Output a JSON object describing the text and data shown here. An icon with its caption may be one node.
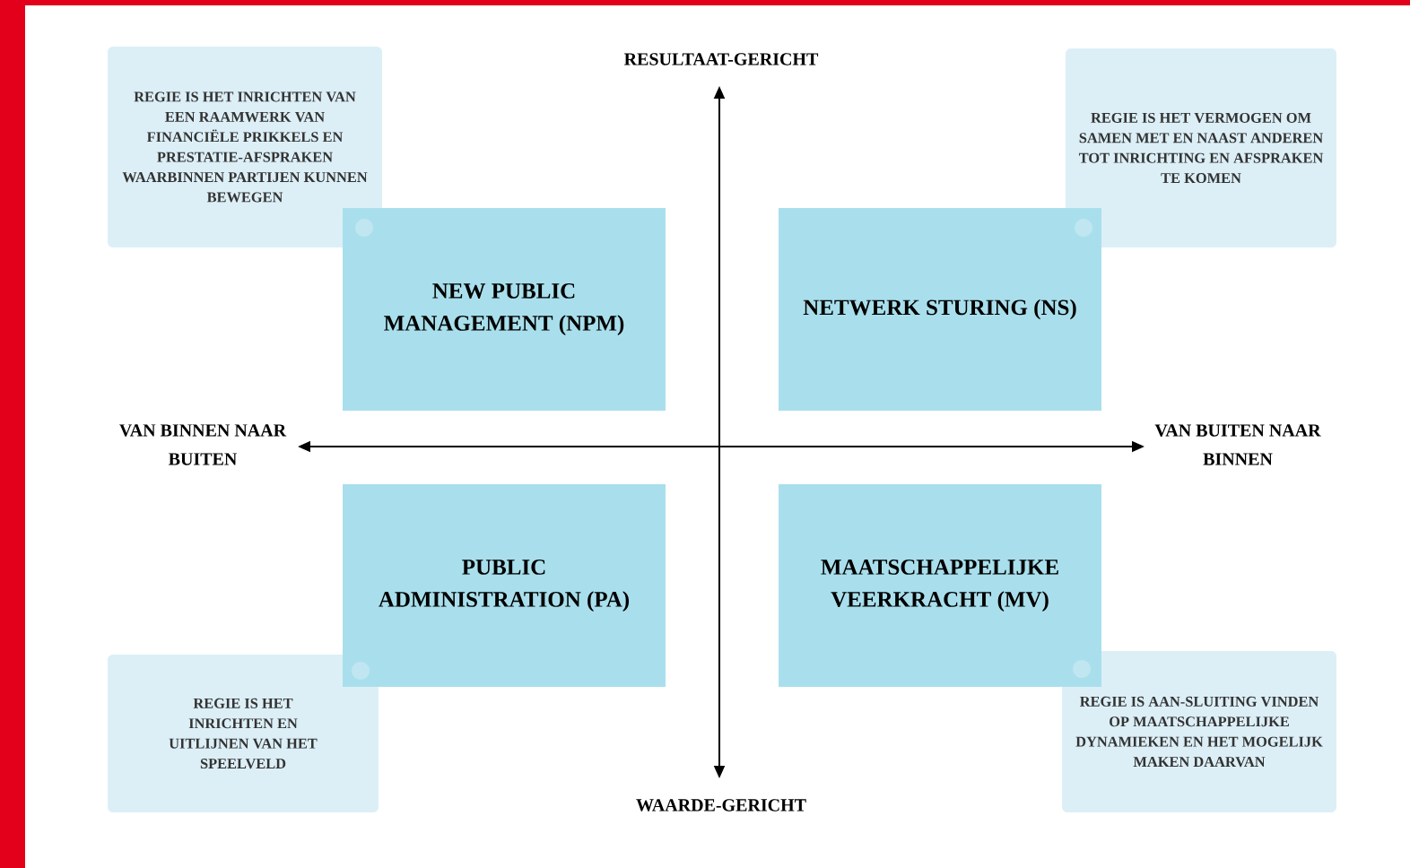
{
  "diagram": {
    "nodes": [
      {
        "text": [
          "REGIE IS HET INRICHTEN VAN EEN RAAMWERK VAN FINANCIËLE PRIKKELS EN PRESTATIE-AFSPRAKEN WAARBINNEN PARTIJEN KUNNEN BEWEGEN"
        ]
      },
      {
        "text": [
          "REGIE IS HET VERMOGEN OM SAMEN MET EN NAAST ANDEREN TOT INRICHTING EN AFSPRAKEN TE KOMEN"
        ]
      },
      {
        "text": [
          "NEW PUBLIC MANAGEMENT (NPM)"
        ]
      },
      {
        "text": [
          "NETWERK STURING (NS)"
        ]
      },
      {
        "text": [
          "PUBLIC ADMINISTRATION (PA)"
        ]
      },
      {
        "text": [
          "MAATSCHAPPELIJKE VEERKRACHT (MV)"
        ]
      },
      {
        "text": [
          "REGIE IS HET INRICHTEN EN UITLIJNEN VAN HET SPEELVELD"
        ]
      },
      {
        "text": [
          "REGIE IS AAN-SLUITING VINDEN OP MAATSCHAPPELIJKE DYNAMIEKEN EN HET MOGELIJK MAKEN DAARVAN"
        ]
      }
    ],
    "labels": [
      "RESULTAAT-GERICHT",
      "VAN BINNEN NAAR BUITEN",
      "VAN BUITEN NAAR BINNEN",
      "WAARDE-GERICHT"
    ]
  }
}
